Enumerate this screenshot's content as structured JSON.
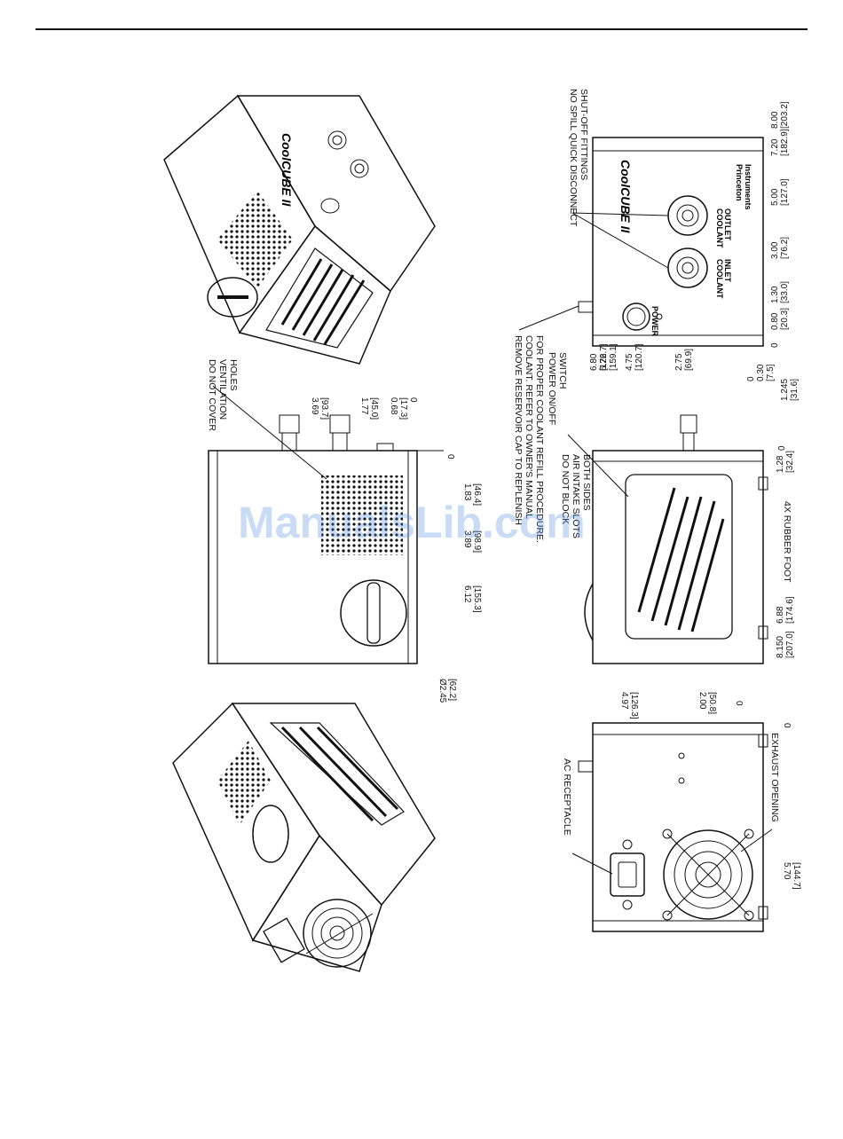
{
  "watermark": "ManualsLib.com",
  "notes": {
    "ventilation": [
      "DO NOT COVER",
      "VENTILATION",
      "HOLES"
    ],
    "reservoir": [
      "REMOVE RESERVOIR CAP TO REPLENISH",
      "COOLANT. REFER TO OWNER'S MANUAL",
      "FOR PROPER COOLANT REFILL PROCEDURE."
    ],
    "power_switch": [
      "POWER ON/OFF",
      "SWITCH"
    ],
    "quick_disconnect": [
      "NO SPILL QUICK DISCONNECT",
      "SHUT-OFF FITTINGS"
    ],
    "air_intake": [
      "DO NOT BLOCK",
      "AIR INTAKE SLOTS",
      "BOTH SIDES"
    ],
    "rubber_foot": "4X RUBBER FOOT",
    "ac_receptacle": "AC RECEPTACLE",
    "exhaust": "EXHAUST OPENING"
  },
  "panel_labels": {
    "brand": "CoolCUBE II",
    "maker": [
      "Princeton",
      "Instruments"
    ],
    "coolant_inlet": [
      "COOLANT",
      "INLET"
    ],
    "coolant_outlet": [
      "COOLANT",
      "OUTLET"
    ],
    "power": "POWER"
  },
  "dims_side": [
    {
      "in": "3.69",
      "mm": "[93.7]"
    },
    {
      "in": "1.77",
      "mm": "[45.0]"
    },
    {
      "in": "0.68",
      "mm": "[17.3]"
    },
    {
      "in": "0",
      "mm": ""
    },
    {
      "in": "1.83",
      "mm": "[46.4]"
    },
    {
      "in": "3.89",
      "mm": "[98.9]"
    },
    {
      "in": "6.12",
      "mm": "[155.3]"
    },
    {
      "in": "Ø2.45",
      "mm": "[62.2]"
    },
    {
      "in": "0",
      "mm": ""
    }
  ],
  "dims_front": [
    {
      "in": "8.00",
      "mm": "[203.2]"
    },
    {
      "in": "7.20",
      "mm": "[182.9]"
    },
    {
      "in": "5.00",
      "mm": "[127.0]"
    },
    {
      "in": "3.00",
      "mm": "[76.2]"
    },
    {
      "in": "1.30",
      "mm": "[33.0]"
    },
    {
      "in": "0.80",
      "mm": "[20.3]"
    },
    {
      "in": "0",
      "mm": ""
    },
    {
      "in": "6.80",
      "mm": "[172.7]"
    },
    {
      "in": "6.26",
      "mm": "[159.1]"
    },
    {
      "in": "4.75",
      "mm": "[120.7]"
    },
    {
      "in": "2.75",
      "mm": "[69.9]"
    },
    {
      "in": "0",
      "mm": ""
    },
    {
      "in": "0.30",
      "mm": "[7.5]"
    },
    {
      "in": "1.245",
      "mm": "[31.6]"
    }
  ],
  "dims_intake": [
    {
      "in": "0",
      "mm": ""
    },
    {
      "in": "1.28",
      "mm": "[32.4]"
    },
    {
      "in": "6.88",
      "mm": "[174.6]"
    },
    {
      "in": "8.150",
      "mm": "[207.0]"
    }
  ],
  "dims_rear": [
    {
      "in": "4.97",
      "mm": "[126.3]"
    },
    {
      "in": "2.00",
      "mm": "[50.8]"
    },
    {
      "in": "0",
      "mm": ""
    },
    {
      "in": "0",
      "mm": ""
    },
    {
      "in": "5.70",
      "mm": "[144.7]"
    }
  ]
}
